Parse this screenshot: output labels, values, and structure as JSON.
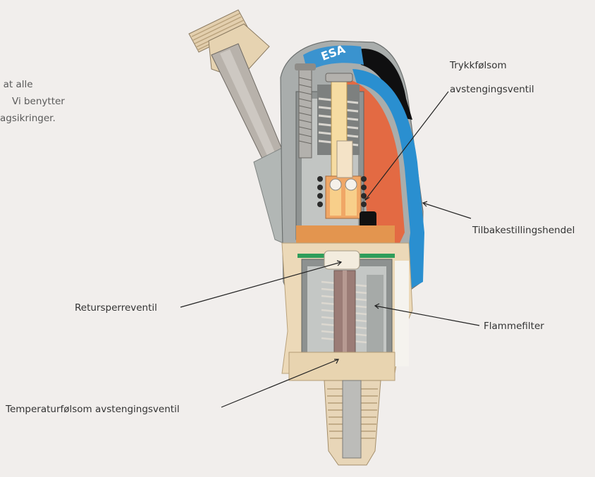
{
  "intro": {
    "line1": "e at alle",
    "line2": "Vi benytter",
    "line3": "agsikringer."
  },
  "labels": {
    "trykk_line1": "Trykkfølsom",
    "trykk_line2": "avstengingsventil",
    "tilbake": "Tilbakestillingshendel",
    "retur": "Retursperreventil",
    "flamme": "Flammefilter",
    "temperatur": "Temperaturfølsom avstengingsventil"
  },
  "colors": {
    "background": "#f1eeec",
    "body_beige": "#ecd9b8",
    "shell_grey": "#a6aaa9",
    "lever_blue": "#2a8fd0",
    "lever_red": "#e36a43",
    "spring_orange": "#f0a766",
    "leader_lines": "#222222"
  }
}
